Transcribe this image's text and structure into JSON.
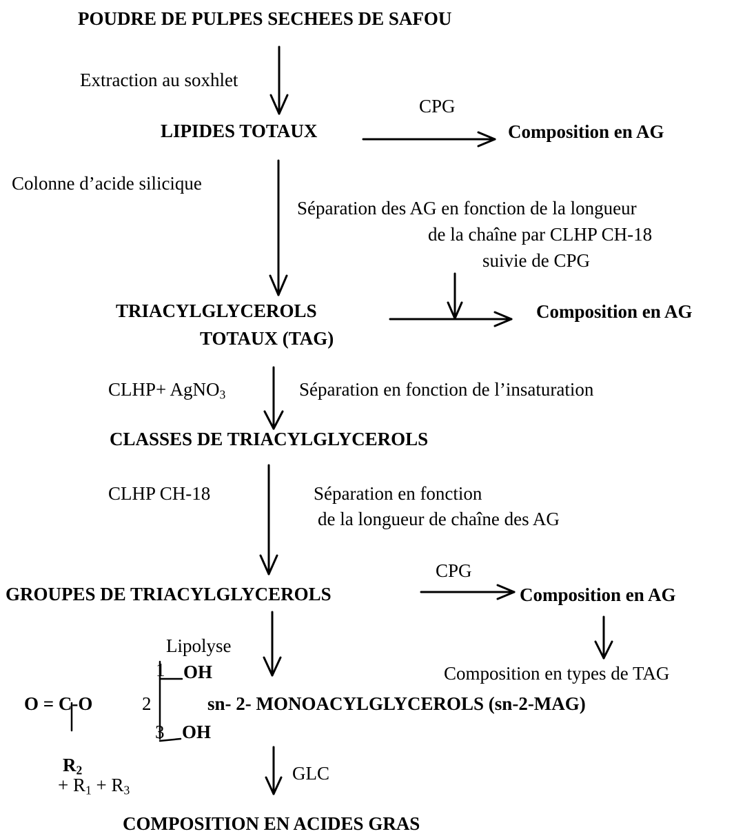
{
  "nodes": {
    "powder": "POUDRE DE PULPES SECHEES DE SAFOU",
    "total_lipids": "LIPIDES TOTAUX",
    "tag_total_1": "TRIACYLGLYCEROLS",
    "tag_total_2": "TOTAUX  (TAG)",
    "tag_classes": "CLASSES DE TRIACYLGLYCEROLS",
    "tag_groups": "GROUPES DE TRIACYLGLYCEROLS",
    "mag": "sn- 2- MONOACYLGLYCEROLS (sn-2-MAG)",
    "fatty_acids": "COMPOSITION EN ACIDES GRAS",
    "composition_ag_1": "Composition en AG",
    "composition_ag_2": "Composition en AG",
    "composition_ag_3": "Composition en AG",
    "tag_types": "Composition en types de TAG"
  },
  "labels": {
    "soxhlet": "Extraction au soxhlet",
    "cpg_1": "CPG",
    "silicic": "Colonne d’acide silicique",
    "sep_chain_1": "Séparation des AG en fonction de la longueur",
    "sep_chain_2": "de la chaîne par CLHP CH-18",
    "sep_chain_3": "suivie de CPG",
    "clhp_ag_prefix": "CLHP+ AgNO",
    "clhp_ag_sub": "3",
    "sep_unsat": "Séparation en fonction de l’insaturation",
    "clhp_ch18": "CLHP CH-18",
    "sep_len_1": "Séparation en fonction",
    "sep_len_2": "de la longueur de chaîne des AG",
    "cpg_2": "CPG",
    "lipolysis": "Lipolyse",
    "glc": "GLC"
  },
  "structure": {
    "pos1": "1",
    "oh1": "OH",
    "pos2": "2",
    "pos3": "3",
    "oh3": "OH",
    "ester": "O = C-O",
    "r2": "R",
    "r2_sub": "2",
    "r_rest": "+ R",
    "r1_sub": "1",
    "r_plus": " + R",
    "r3_sub": "3"
  }
}
